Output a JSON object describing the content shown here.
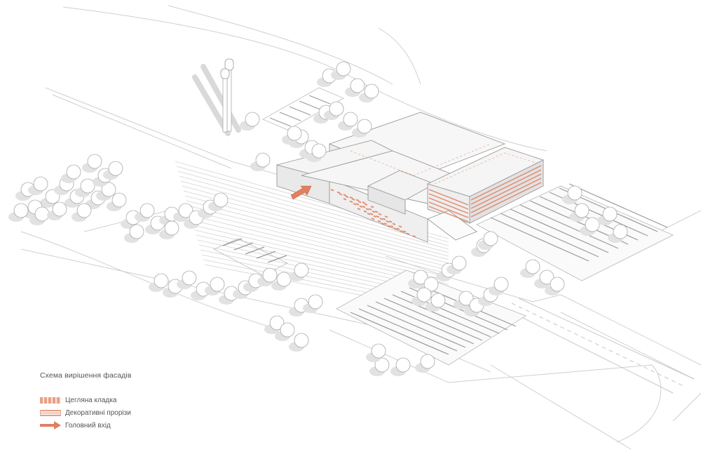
{
  "colors": {
    "line": "#c9c9c9",
    "roof_fill": "#f4f4f4",
    "tree_fill": "#ffffff",
    "tree_shadow": "#dddddd",
    "accent": "#e0805f",
    "accent_light": "#f3b49b",
    "legend_text": "#555555"
  },
  "legend": {
    "title": "Схема вирішення фасадів",
    "items": [
      {
        "label": "Цегляна кладка",
        "icon": "brick-hatch-swatch"
      },
      {
        "label": "Декоративні прорізи",
        "icon": "decorative-openings-swatch"
      },
      {
        "label": "Головний вхід",
        "icon": "main-entrance-arrow"
      }
    ]
  }
}
